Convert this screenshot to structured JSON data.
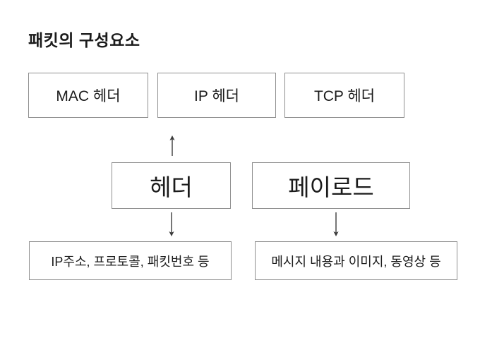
{
  "title": "패킷의 구성요소",
  "colors": {
    "background": "#ffffff",
    "box_border": "#8f8f8f",
    "text": "#1b1b1b",
    "arrow": "#3a3a3a"
  },
  "top_row": [
    {
      "label": "MAC 헤더"
    },
    {
      "label": "IP 헤더"
    },
    {
      "label": "TCP 헤더"
    }
  ],
  "middle_row": [
    {
      "label": "헤더"
    },
    {
      "label": "페이로드"
    }
  ],
  "bottom_row": [
    {
      "label": "IP주소, 프로토콜, 패킷번호 등"
    },
    {
      "label": "메시지 내용과 이미지, 동영상 등"
    }
  ]
}
